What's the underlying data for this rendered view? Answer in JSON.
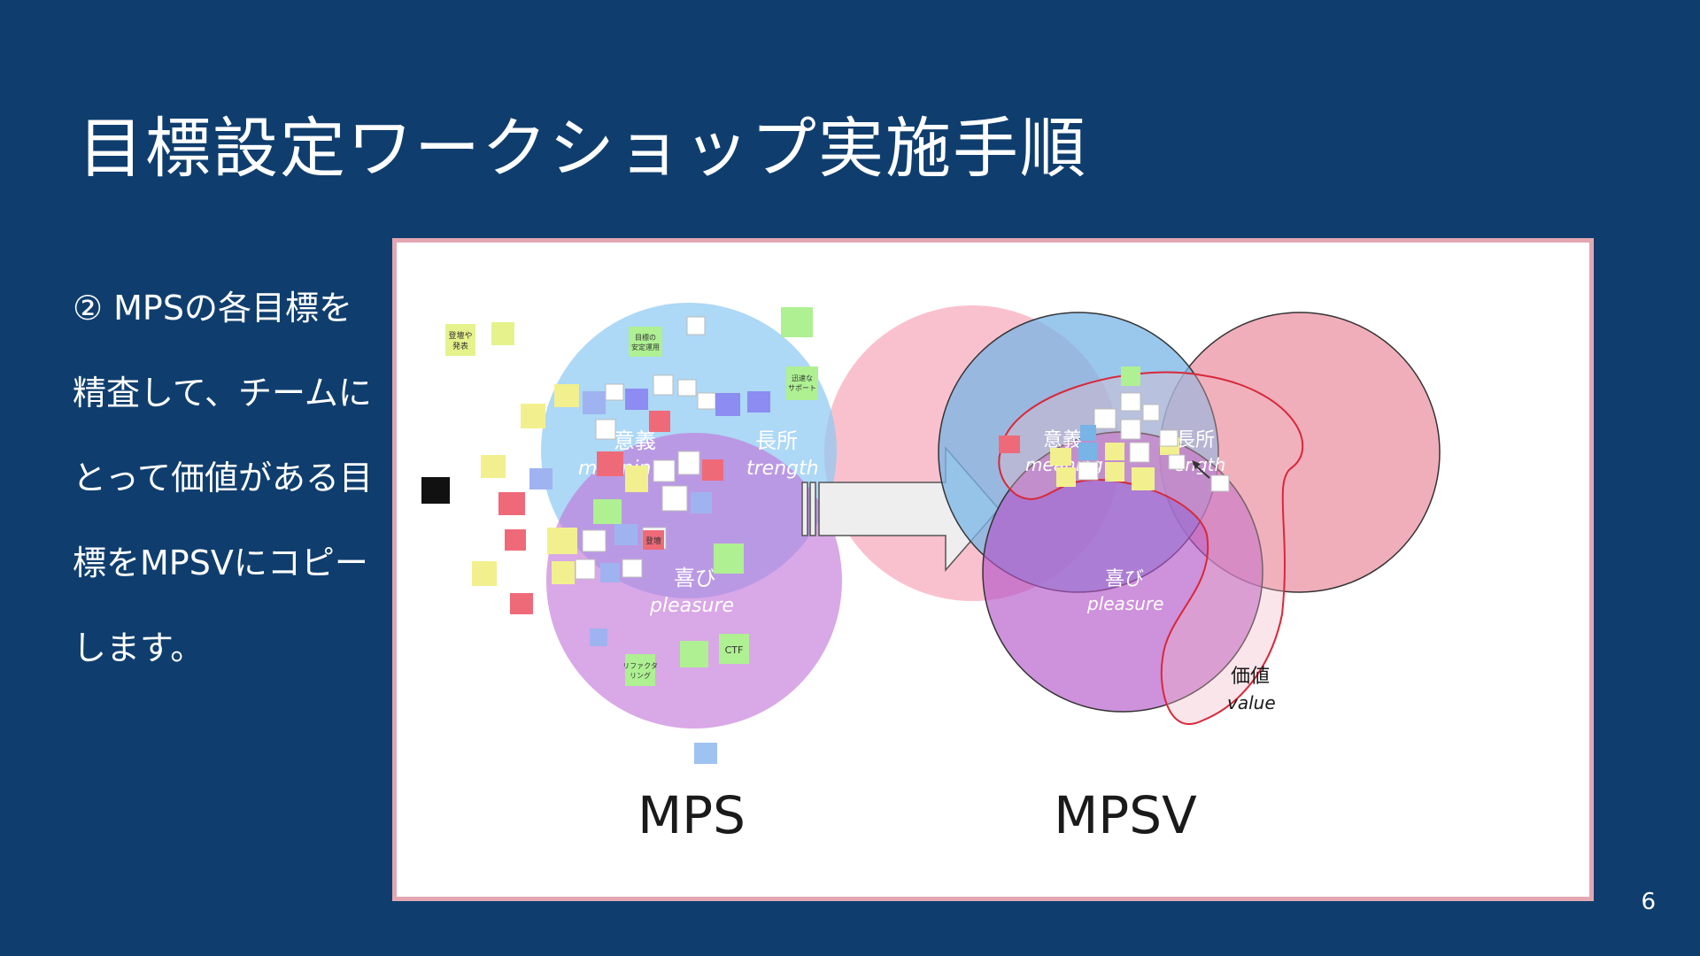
{
  "slide": {
    "title": "目標設定ワークショップ実施手順",
    "body_lines": [
      "② MPSの各目標を",
      "精査して、チームに",
      "とって価値がある目",
      "標をMPSVにコピー",
      "します。"
    ],
    "page_number": "6"
  },
  "figure": {
    "mps": {
      "caption": "MPS",
      "meaning": {
        "label": "意義",
        "label_en": "meanin"
      },
      "strength": {
        "label": "長所",
        "label_en": "trength"
      },
      "pleasure": {
        "label": "喜び",
        "label_en": "pleasure"
      },
      "notes": {
        "n1": "登壇や\n発表",
        "n2": "目標の\n安定運用",
        "n3": "迅速な\nサポート",
        "n4": "CTF",
        "n5": "リファクタ\nリング",
        "n6": "登壇"
      }
    },
    "mpsv": {
      "caption": "MPSV",
      "meaning": {
        "label": "意義",
        "label_en": "meaning"
      },
      "strength": {
        "label": "長所",
        "label_en": "ength"
      },
      "pleasure": {
        "label": "喜び",
        "label_en": "pleasure"
      },
      "value": {
        "label": "価値",
        "label_en": "value"
      }
    },
    "colors": {
      "meaning": "#8ec9f2",
      "strength": "#f6a9bb",
      "pleasure": "#c272d8",
      "value_outline": "#d8283a",
      "frame": "#e3a7b2",
      "background": "#0f3e6e"
    }
  }
}
